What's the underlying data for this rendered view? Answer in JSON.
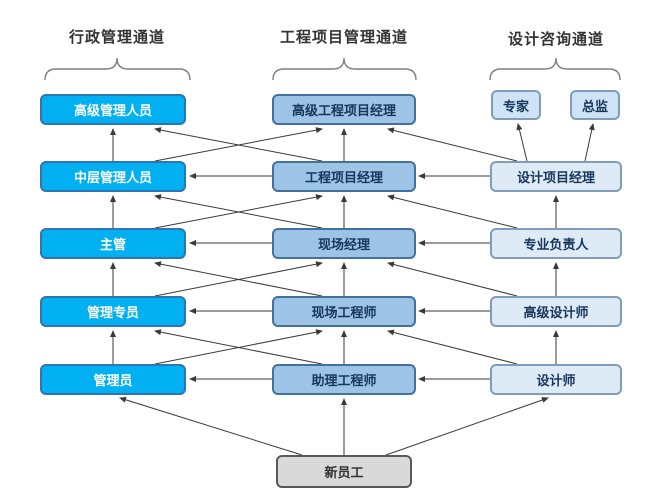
{
  "titles": {
    "admin": "行政管理通道",
    "project": "工程项目管理通道",
    "design": "设计咨询通道"
  },
  "channels": {
    "admin": {
      "levels": [
        "高级管理人员",
        "中层管理人员",
        "主管",
        "管理专员",
        "管理员"
      ]
    },
    "project": {
      "levels": [
        "高级工程项目经理",
        "工程项目经理",
        "现场经理",
        "现场工程师",
        "助理工程师"
      ]
    },
    "design": {
      "top": [
        "专家",
        "总监"
      ],
      "levels": [
        "设计项目经理",
        "专业负责人",
        "高级设计师",
        "设计师"
      ]
    }
  },
  "entry": {
    "label": "新员工"
  },
  "palette": {
    "admin_fill": "#00B0F0",
    "admin_border": "#2E75B6",
    "admin_text": "#FFFFFF",
    "project_fill": "#9DC3E6",
    "project_border": "#41719C",
    "project_text": "#16365C",
    "design_fill": "#DEEBF7",
    "design_top_fill": "#CFE3F6",
    "design_border": "#7F9DB9",
    "design_text": "#16365C",
    "entry_fill": "#D9D9D9",
    "entry_border": "#595959",
    "entry_text": "#333333",
    "arrow": "#3A3A3A",
    "brace": "#7F7F7F",
    "title_text": "#333333"
  }
}
